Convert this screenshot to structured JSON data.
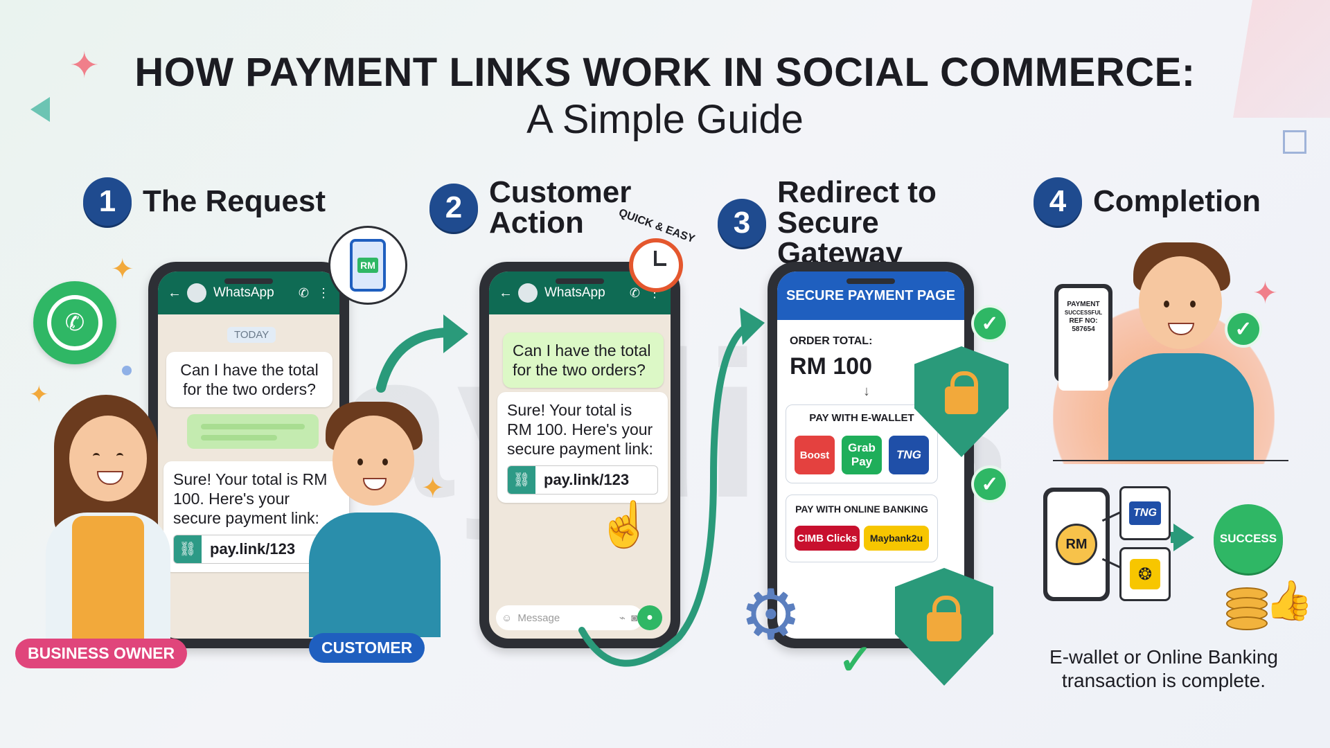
{
  "title": {
    "line1": "HOW PAYMENT LINKS WORK IN SOCIAL COMMERCE:",
    "line2": "A Simple Guide"
  },
  "steps": [
    {
      "number": "1",
      "label": "The Request"
    },
    {
      "number": "2",
      "label": "Customer Action"
    },
    {
      "number": "3",
      "label": "Redirect to Secure Gateway"
    },
    {
      "number": "4",
      "label": "Completion"
    }
  ],
  "phone1": {
    "app_name": "WhatsApp",
    "day_label": "TODAY",
    "customer_message": "Can I have the total for the two orders?",
    "owner_reply": "Sure! Your total is RM 100. Here's your secure payment link:",
    "link_text": "pay.link/123"
  },
  "rm_icon_text": "RM",
  "phone2": {
    "app_name": "WhatsApp",
    "customer_message": "Can I have the total for the two orders?",
    "owner_reply": "Sure! Your total is RM 100. Here's your secure payment link:",
    "link_text": "pay.link/123",
    "input_placeholder": "Message"
  },
  "clock_caption": "QUICK & EASY",
  "payment_page": {
    "header": "SECURE PAYMENT PAGE",
    "order_total_label": "ORDER TOTAL:",
    "order_total_value": "RM 100",
    "ewallet_label": "PAY WITH E-WALLET",
    "ewallets": [
      "Boost",
      "Grab Pay",
      "TNG"
    ],
    "banking_label": "PAY WITH ONLINE BANKING",
    "banks": [
      "CIMB Clicks",
      "Maybank2u"
    ]
  },
  "completion": {
    "receipt_line1": "PAYMENT",
    "receipt_line2": "SUCCESSFUL",
    "receipt_line3": "REF NO:",
    "receipt_line4": "587654",
    "rm_label": "RM",
    "tng_label": "TNG",
    "success_label": "SUCCESS",
    "caption": "E-wallet or Online Banking transaction is complete."
  },
  "badges": {
    "business_owner": "BUSINESS OWNER",
    "customer": "CUSTOMER"
  },
  "watermark": "paydibs",
  "colors": {
    "step_number_bg": "#1f4b8f",
    "whatsapp_green": "#0f6b54",
    "success_green": "#2fb765",
    "owner_badge": "#e0457b",
    "customer_badge": "#1f5fbf",
    "payment_header": "#1f5fbf"
  }
}
